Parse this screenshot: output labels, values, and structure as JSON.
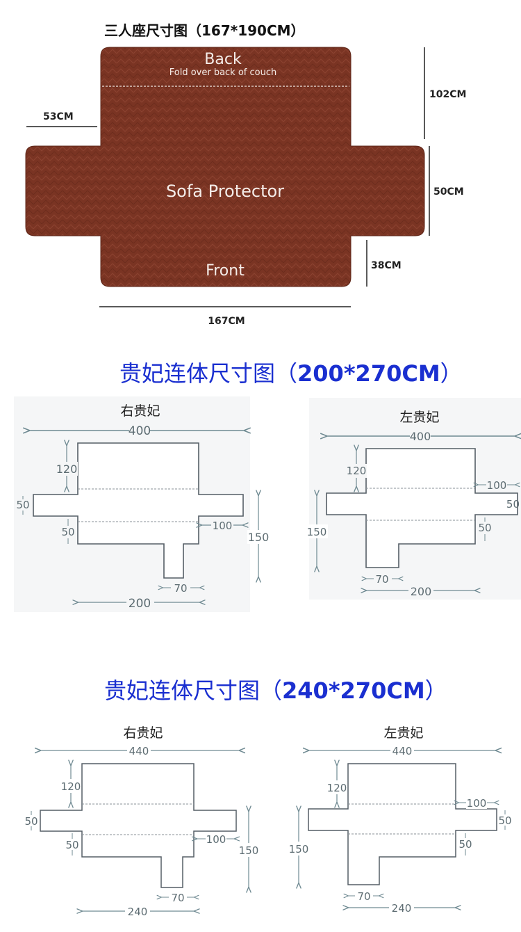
{
  "sofa3": {
    "title": "三人座尺寸图（167*190CM）",
    "back_label": "Back",
    "back_sub": "Fold over back of couch",
    "center_label": "Sofa Protector",
    "front_label": "Front",
    "dim_left": "53CM",
    "dim_back": "102CM",
    "dim_arm": "50CM",
    "dim_front": "38CM",
    "dim_width": "167CM",
    "fabric_color": "#7a3423"
  },
  "chaise200": {
    "title_cn": "贵妃连体尺寸图（",
    "title_size": "200*270CM",
    "title_end": "）",
    "right": {
      "label": "右贵妃",
      "w_total": "400",
      "h_back": "120",
      "arm": "50",
      "seat": "50",
      "arm_w": "100",
      "h_chaise": "150",
      "chaise_w": "70",
      "seat_w": "200"
    },
    "left": {
      "label": "左贵妃",
      "w_total": "400",
      "h_back": "120",
      "arm": "50",
      "seat": "50",
      "arm_w": "100",
      "h_chaise": "150",
      "chaise_w": "70",
      "seat_w": "200"
    }
  },
  "chaise240": {
    "title_cn": "贵妃连体尺寸图（",
    "title_size": "240*270CM",
    "title_end": "）",
    "right": {
      "label": "右贵妃",
      "w_total": "440",
      "h_back": "120",
      "arm": "50",
      "seat": "50",
      "arm_w": "100",
      "h_chaise": "150",
      "chaise_w": "70",
      "seat_w": "240"
    },
    "left": {
      "label": "左贵妃",
      "w_total": "440",
      "h_back": "120",
      "arm": "50",
      "seat": "50",
      "arm_w": "100",
      "h_chaise": "150",
      "chaise_w": "70",
      "seat_w": "240"
    }
  },
  "colors": {
    "title_blue": "#1a2fd0",
    "line_gray": "#555e66",
    "arrow_teal": "#6f8a92"
  }
}
